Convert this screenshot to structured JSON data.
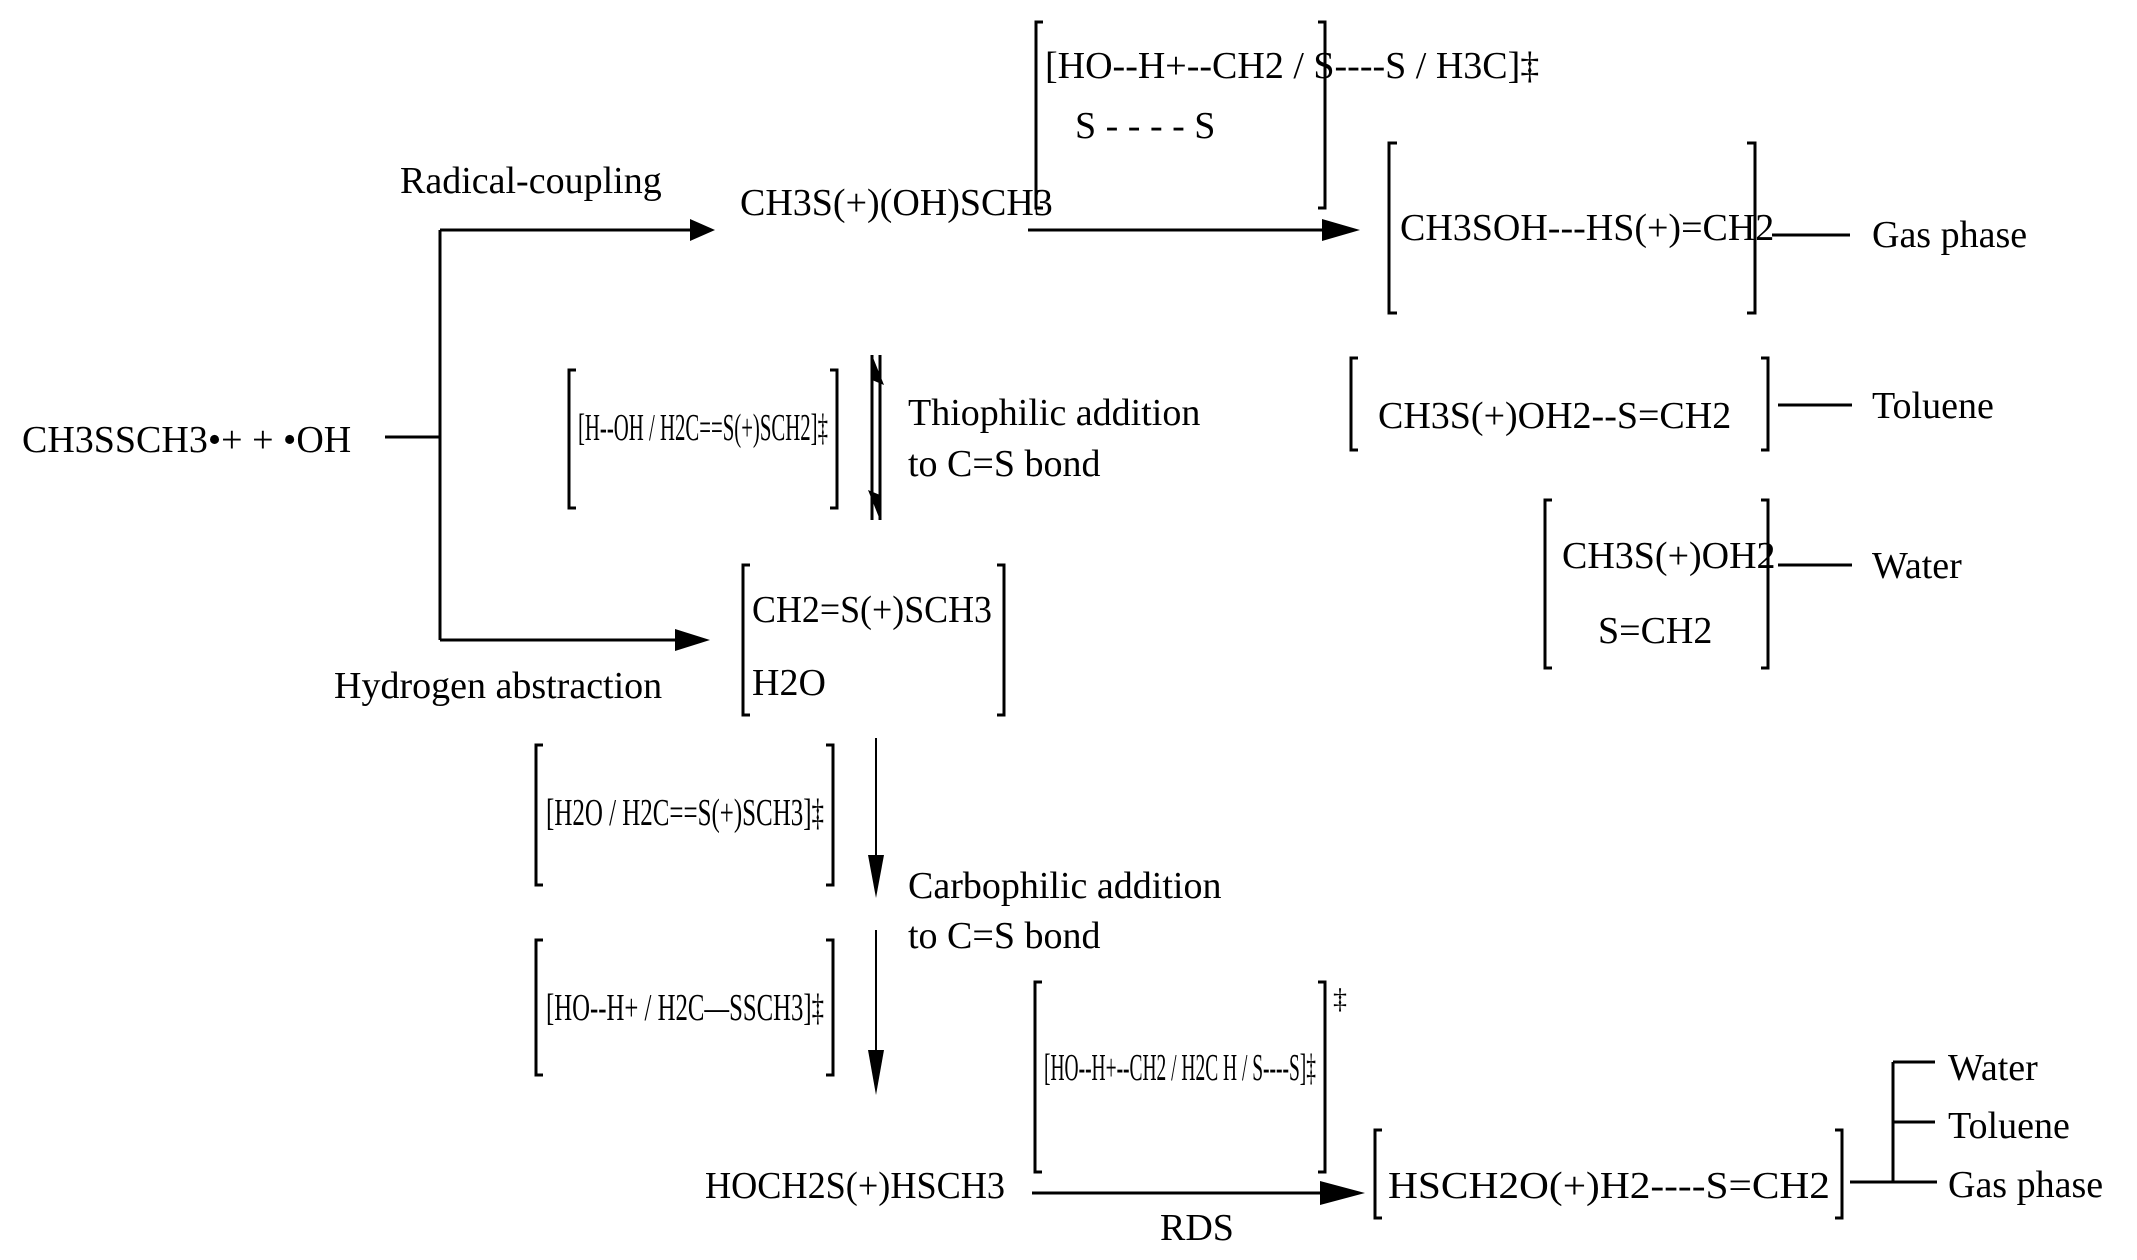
{
  "scheme": {
    "reactants": "CH3SSCH3•+ + •OH",
    "pathways": {
      "radical_coupling": "Radical-coupling",
      "hydrogen_abstraction": "Hydrogen abstraction",
      "thiophilic_line1": "Thiophilic addition",
      "thiophilic_line2": "to C=S bond",
      "carbophilic_line1": "Carbophilic addition",
      "carbophilic_line2": "to C=S bond",
      "rds": "RDS"
    },
    "species": {
      "adduct": "CH3S(+)(OH)SCH3",
      "h_abstraction_complex": [
        "CH2=S(+)SCH3",
        "H2O"
      ],
      "hydroxymethyl_cation": "HOCH2S(+)HSCH3"
    },
    "transition_states": {
      "ts_top": "[HO--H+--CH2 / S----S / H3C]‡",
      "ts_thiophilic": "[H--OH / H2C==S(+)SCH2]‡",
      "ts_carbophilic_1": "[H2O / H2C==S(+)SCH3]‡",
      "ts_carbophilic_2": "[HO--H+ / H2C—SSCH3]‡",
      "ts_rds": "[HO--H+--CH2 / H2C H / S----S]‡",
      "dagger": "‡"
    },
    "products": {
      "gas_top": "CH3SOH---HS(+)=CH2",
      "toluene_top": "CH3S(+)OH2--S=CH2",
      "water_top": [
        "CH3S(+)OH2",
        "S=CH2"
      ],
      "bottom": "HSCH2O(+)H2----S=CH2"
    },
    "phases": {
      "gas": "Gas phase",
      "toluene": "Toluene",
      "water": "Water"
    }
  }
}
